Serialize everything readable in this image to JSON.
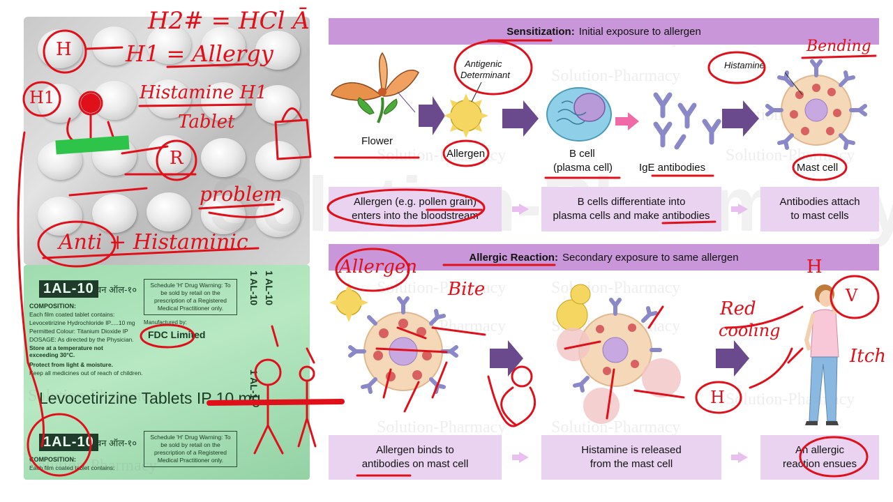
{
  "sensitization": {
    "title_bold": "Sensitization:",
    "title_rest": "Initial exposure to allergen",
    "labels": {
      "flower": "Flower",
      "antigenic_line1": "Antigenic",
      "antigenic_line2": "Determinant",
      "allergen": "Allergen",
      "bcell_line1": "B cell",
      "bcell_line2": "(plasma cell)",
      "ige": "IgE antibodies",
      "histamine": "Histamine",
      "mast_cell": "Mast cell"
    },
    "steps": [
      {
        "line1": "Allergen (e.g. pollen grain)",
        "line2": "enters into the bloodstream"
      },
      {
        "line1": "B cells differentiate into",
        "line2": "plasma cells and make antibodies"
      },
      {
        "line1": "Antibodies attach",
        "line2": "to mast cells"
      }
    ]
  },
  "allergic_reaction": {
    "title_bold": "Allergic Reaction:",
    "title_rest": "Secondary exposure to same allergen",
    "steps": [
      {
        "line1": "Allergen binds to",
        "line2": "antibodies on mast cell"
      },
      {
        "line1": "Histamine is released",
        "line2": "from the mast cell"
      },
      {
        "line1": "An allergic",
        "line2": "reaction ensues"
      }
    ]
  },
  "watermark": {
    "small": "Solution-Pharmacy",
    "big": "Solution-Pharmacy"
  },
  "package": {
    "brand": "1AL-10",
    "brand_hindi": "वन ऑल-१०",
    "composition_title": "COMPOSITION:",
    "composition_line1": "Each film coated tablet contains:",
    "composition_line2": "Levocetirizine Hydrochloride IP.....10 mg",
    "composition_line3": "Permitted Colour: Titanium Dioxide IP",
    "dosage": "DOSAGE: As directed by the Physician.",
    "storage": "Store at a temperature not exceeding 30°C.",
    "protect": "Protect from light & moisture.",
    "keep": "Keep all medicines out of reach of children.",
    "warning": "Schedule 'H' Drug Warning: To be sold by retail on the prescription of a Registered Medical Practitioner only.",
    "manufacturer": "FDC Limited",
    "manufactured_by": "Manufactured by:",
    "product_name": "Levocetirizine Tablets IP 10 mg",
    "strip_text": "1 AL-10"
  },
  "annotations": {
    "h2": "H2# = HCl Ā",
    "h1": "H1 = Allergy",
    "h_circle": "H",
    "h1_circle": "H1",
    "h1_receptor": "Histamine H1",
    "tablet": "Tablet",
    "r": "R",
    "problem": "problem",
    "antihistamine": "Anti + Histaminic",
    "allergen": "Allergen",
    "bite": "Bite",
    "bending": "Bending",
    "red": "Red",
    "cooling": "cooling",
    "itch": "Itch",
    "h_small": "H",
    "v": "V"
  },
  "colors": {
    "banner": "#c996d9",
    "box": "#ead3f1",
    "ink": "#e0101a",
    "arrow": "#6a4a8c"
  }
}
